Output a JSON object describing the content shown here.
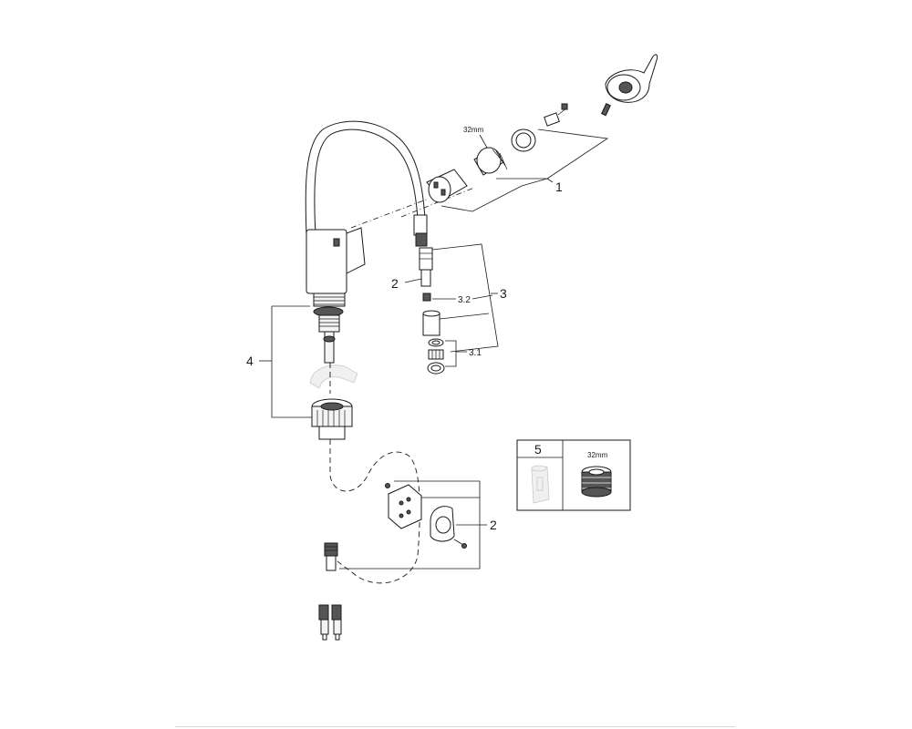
{
  "callouts": {
    "c1": "1",
    "c2_top": "2",
    "c3": "3",
    "c3_2": "3.2",
    "c3_1": "3.1",
    "c4": "4",
    "c2_bottom": "2",
    "c5": "5"
  },
  "dimensions": {
    "cartridge_top": "32mm",
    "cartridge_box": "32mm"
  },
  "colors": {
    "line": "#1a1a1a",
    "part_fill": "#f4f4f4",
    "ghost": "#c9c9c9"
  }
}
